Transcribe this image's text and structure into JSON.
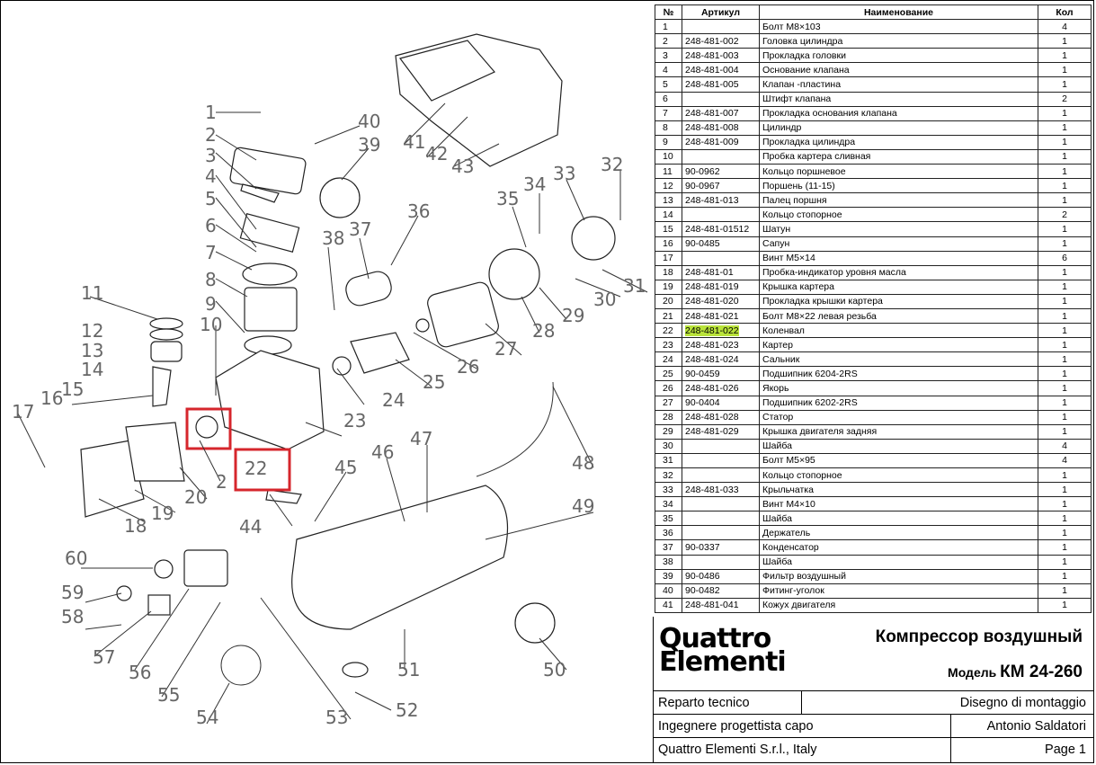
{
  "table": {
    "headers": {
      "num": "№",
      "article": "Артикул",
      "name": "Наименование",
      "qty": "Кол"
    },
    "rows": [
      {
        "num": "1",
        "article": "",
        "name": "Болт М8×103",
        "qty": "4"
      },
      {
        "num": "2",
        "article": "248-481-002",
        "name": "Головка цилиндра",
        "qty": "1"
      },
      {
        "num": "3",
        "article": "248-481-003",
        "name": "Прокладка головки",
        "qty": "1"
      },
      {
        "num": "4",
        "article": "248-481-004",
        "name": "Основание клапана",
        "qty": "1"
      },
      {
        "num": "5",
        "article": "248-481-005",
        "name": "Клапан -пластина",
        "qty": "1"
      },
      {
        "num": "6",
        "article": "",
        "name": "Штифт клапана",
        "qty": "2"
      },
      {
        "num": "7",
        "article": "248-481-007",
        "name": "Прокладка основания клапана",
        "qty": "1"
      },
      {
        "num": "8",
        "article": "248-481-008",
        "name": "Цилиндр",
        "qty": "1"
      },
      {
        "num": "9",
        "article": "248-481-009",
        "name": "Прокладка цилиндра",
        "qty": "1"
      },
      {
        "num": "10",
        "article": "",
        "name": "Пробка картера сливная",
        "qty": "1"
      },
      {
        "num": "11",
        "article": "90-0962",
        "name": "Кольцо поршневое",
        "qty": "1"
      },
      {
        "num": "12",
        "article": "90-0967",
        "name": "Поршень (11-15)",
        "qty": "1"
      },
      {
        "num": "13",
        "article": "248-481-013",
        "name": "Палец поршня",
        "qty": "1"
      },
      {
        "num": "14",
        "article": "",
        "name": "Кольцо стопорное",
        "qty": "2"
      },
      {
        "num": "15",
        "article": "248-481-01512",
        "name": "Шатун",
        "qty": "1"
      },
      {
        "num": "16",
        "article": "90-0485",
        "name": "Сапун",
        "qty": "1"
      },
      {
        "num": "17",
        "article": "",
        "name": "Винт М5×14",
        "qty": "6"
      },
      {
        "num": "18",
        "article": "248-481-01",
        "name": "Пробка-индикатор уровня масла",
        "qty": "1"
      },
      {
        "num": "19",
        "article": "248-481-019",
        "name": "Крышка картера",
        "qty": "1"
      },
      {
        "num": "20",
        "article": "248-481-020",
        "name": "Прокладка крышки картера",
        "qty": "1"
      },
      {
        "num": "21",
        "article": "248-481-021",
        "name": "Болт  М8×22 левая резьба",
        "qty": "1"
      },
      {
        "num": "22",
        "article": "248-481-022",
        "name": "Коленвал",
        "qty": "1",
        "highlight": true
      },
      {
        "num": "23",
        "article": "248-481-023",
        "name": "Картер",
        "qty": "1"
      },
      {
        "num": "24",
        "article": "248-481-024",
        "name": "Сальник",
        "qty": "1"
      },
      {
        "num": "25",
        "article": "90-0459",
        "name": "Подшипник 6204-2RS",
        "qty": "1"
      },
      {
        "num": "26",
        "article": "248-481-026",
        "name": "Якорь",
        "qty": "1"
      },
      {
        "num": "27",
        "article": "90-0404",
        "name": "Подшипник 6202-2RS",
        "qty": "1"
      },
      {
        "num": "28",
        "article": "248-481-028",
        "name": "Статор",
        "qty": "1"
      },
      {
        "num": "29",
        "article": "248-481-029",
        "name": "Крышка двигателя задняя",
        "qty": "1"
      },
      {
        "num": "30",
        "article": "",
        "name": "Шайба",
        "qty": "4"
      },
      {
        "num": "31",
        "article": "",
        "name": "Болт М5×95",
        "qty": "4"
      },
      {
        "num": "32",
        "article": "",
        "name": "Кольцо стопорное",
        "qty": "1"
      },
      {
        "num": "33",
        "article": "248-481-033",
        "name": "Крыльчатка",
        "qty": "1"
      },
      {
        "num": "34",
        "article": "",
        "name": "Винт  М4×10",
        "qty": "1"
      },
      {
        "num": "35",
        "article": "",
        "name": "Шайба",
        "qty": "1"
      },
      {
        "num": "36",
        "article": "",
        "name": "Держатель",
        "qty": "1"
      },
      {
        "num": "37",
        "article": "90-0337",
        "name": "Конденсатор",
        "qty": "1"
      },
      {
        "num": "38",
        "article": "",
        "name": "Шайба",
        "qty": "1"
      },
      {
        "num": "39",
        "article": "90-0486",
        "name": "Фильтр воздушный",
        "qty": "1"
      },
      {
        "num": "40",
        "article": "90-0482",
        "name": "Фитинг-уголок",
        "qty": "1"
      },
      {
        "num": "41",
        "article": "248-481-041",
        "name": "Кожух двигателя",
        "qty": "1"
      }
    ]
  },
  "title_block": {
    "logo_line1": "Quattro",
    "logo_line2": "Elementi",
    "product_title": "Компрессор воздушный",
    "model_label": "Модель",
    "model_value": "КМ 24-260",
    "rows": [
      {
        "left": "Reparto tecnico",
        "right": "Disegno di montaggio"
      },
      {
        "left": "Ingegnere progettista capo",
        "right": "Antonio Saldatori"
      },
      {
        "left": "Quattro Elementi S.r.l., Italy",
        "right": "Page 1"
      }
    ]
  },
  "drawing": {
    "highlight_color": "#d6262c",
    "table_highlight_color": "#b9e33a",
    "labels": [
      "1",
      "2",
      "3",
      "4",
      "5",
      "6",
      "7",
      "8",
      "9",
      "10",
      "11",
      "12",
      "13",
      "14",
      "15",
      "16",
      "17",
      "18",
      "19",
      "20",
      "2",
      "22",
      "23",
      "24",
      "25",
      "26",
      "27",
      "28",
      "29",
      "30",
      "31",
      "32",
      "33",
      "34",
      "35",
      "36",
      "37",
      "38",
      "39",
      "40",
      "41",
      "42",
      "43",
      "44",
      "45",
      "46",
      "47",
      "48",
      "49",
      "50",
      "51",
      "52",
      "53",
      "54",
      "55",
      "56",
      "57",
      "58",
      "59",
      "60"
    ]
  }
}
